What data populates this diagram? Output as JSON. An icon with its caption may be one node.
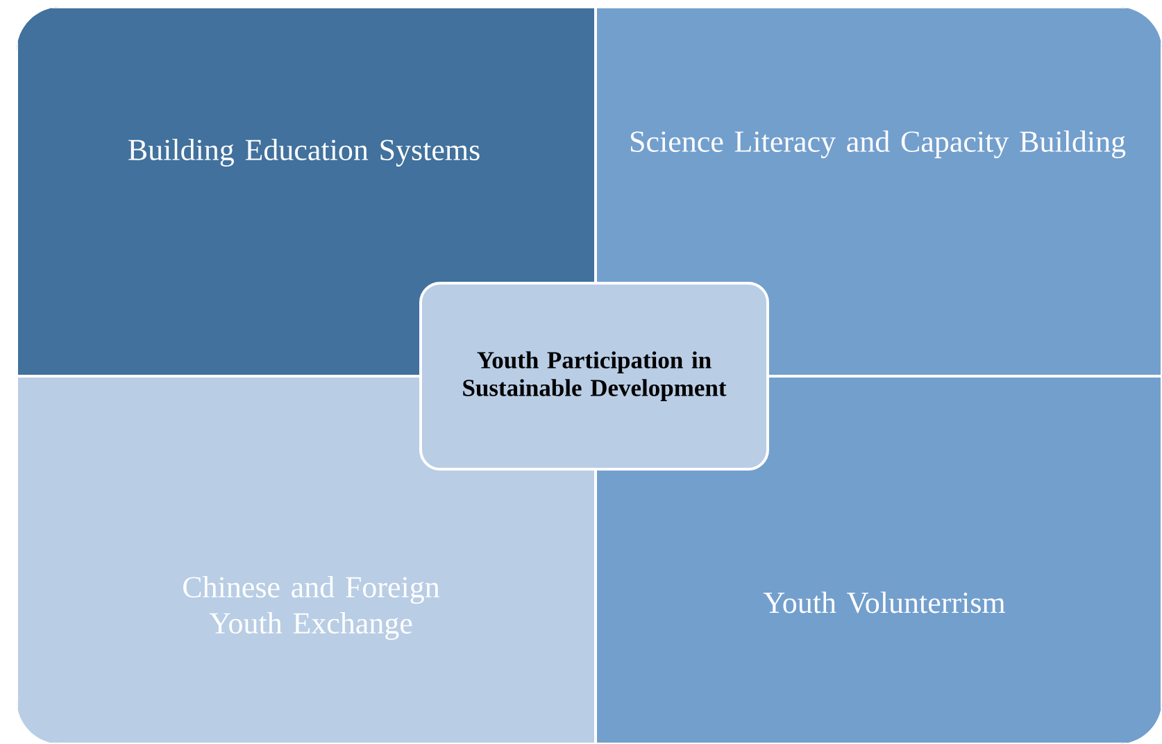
{
  "diagram": {
    "nodes": [
      {
        "text": [
          "Building Education Systems"
        ]
      },
      {
        "text": [
          "Science Literacy and Capacity Building"
        ]
      },
      {
        "text": [
          "Youth Participation in Sustainable Development"
        ]
      },
      {
        "text": [
          "Chinese and Foreign Youth Exchange"
        ]
      },
      {
        "text": [
          "Youth Volunterrism"
        ]
      }
    ]
  }
}
